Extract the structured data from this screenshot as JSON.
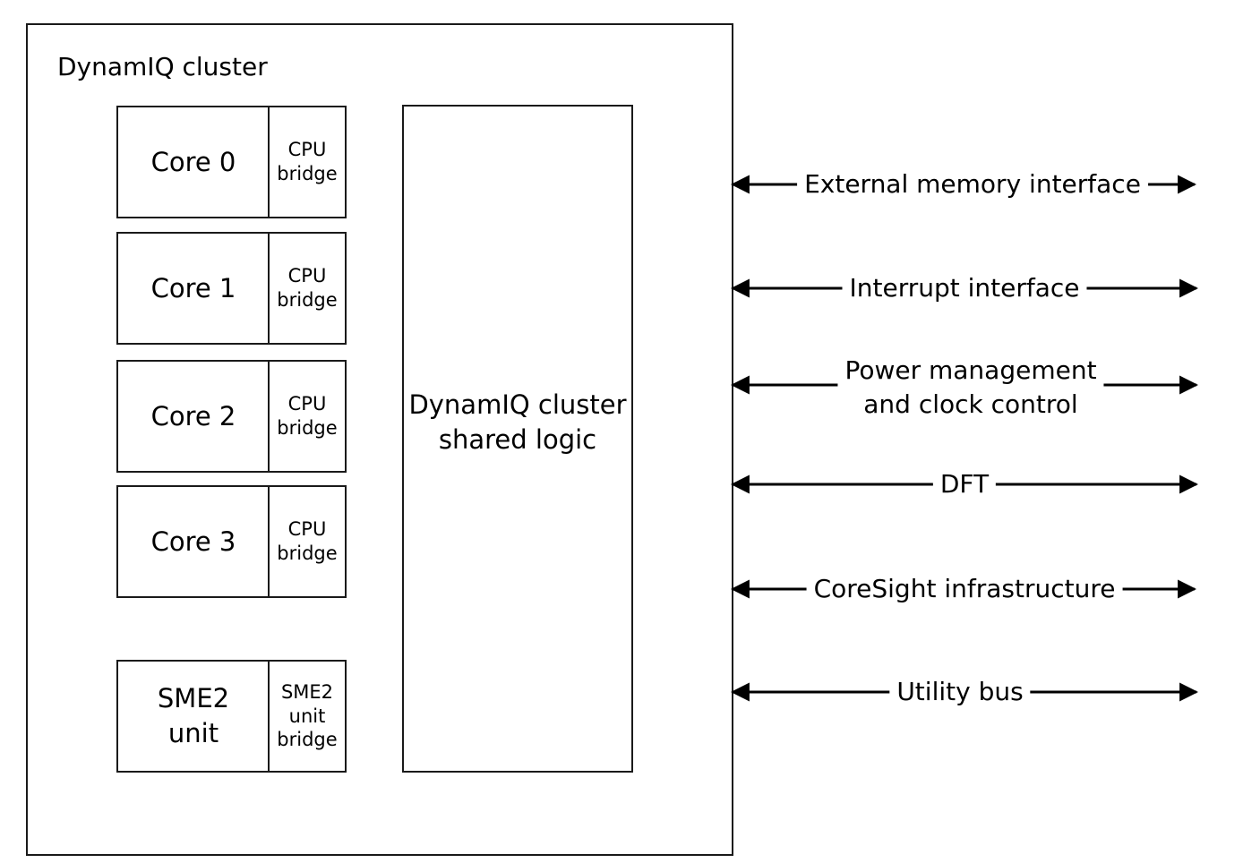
{
  "cluster": {
    "title": "DynamIQ cluster"
  },
  "cores": [
    {
      "name": "Core 0",
      "bridge": "CPU\nbridge"
    },
    {
      "name": "Core 1",
      "bridge": "CPU\nbridge"
    },
    {
      "name": "Core 2",
      "bridge": "CPU\nbridge"
    },
    {
      "name": "Core 3",
      "bridge": "CPU\nbridge"
    }
  ],
  "sme": {
    "name": "SME2\nunit",
    "bridge": "SME2\nunit\nbridge"
  },
  "shared_logic": {
    "label": "DynamIQ cluster\nshared logic"
  },
  "interfaces": [
    {
      "label": "External memory interface"
    },
    {
      "label": "Interrupt interface"
    },
    {
      "label": "Power management\nand clock control"
    },
    {
      "label": "DFT"
    },
    {
      "label": "CoreSight infrastructure"
    },
    {
      "label": "Utility bus"
    }
  ],
  "colors": {
    "stroke": "#1a1a1a",
    "background": "#ffffff"
  }
}
